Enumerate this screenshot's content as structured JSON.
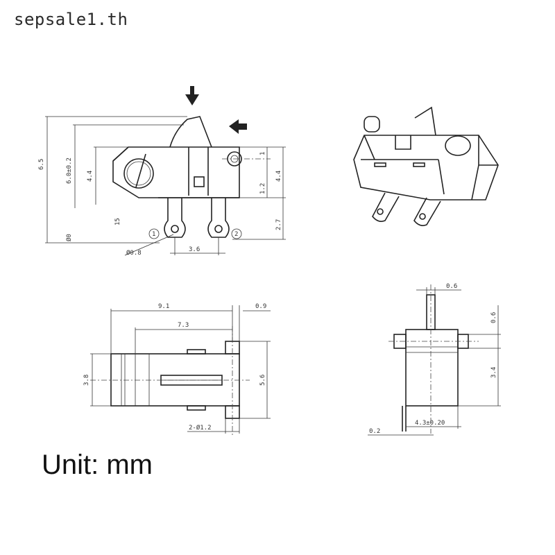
{
  "watermark": "sepsale1.th",
  "unit_label": "Unit: mm",
  "front_view": {
    "dims": {
      "overall_height": "6.5",
      "body_plus_lever": "6.0±0.2",
      "body_height": "4.4",
      "body_height_right": "4.4",
      "top_offset": "1",
      "pin_offset": "1.2",
      "terminal_length": "2.7",
      "pitch": "3.6",
      "hole_dia": "Ø0.8",
      "base_ref": "Ø0",
      "angle_mark": "15"
    },
    "terminal_1": "1",
    "terminal_2": "2"
  },
  "bottom_view": {
    "dims": {
      "length": "9.1",
      "flange": "0.9",
      "inner_length": "7.3",
      "width": "3.8",
      "mount_span": "5.6",
      "mount_holes": "2-Ø1.2"
    }
  },
  "side_view": {
    "dims": {
      "actuator_width": "0.6",
      "actuator_height": "0.6",
      "body_height": "3.4",
      "depth": "4.3±0.20",
      "terminal_thickness": "0.2"
    }
  }
}
